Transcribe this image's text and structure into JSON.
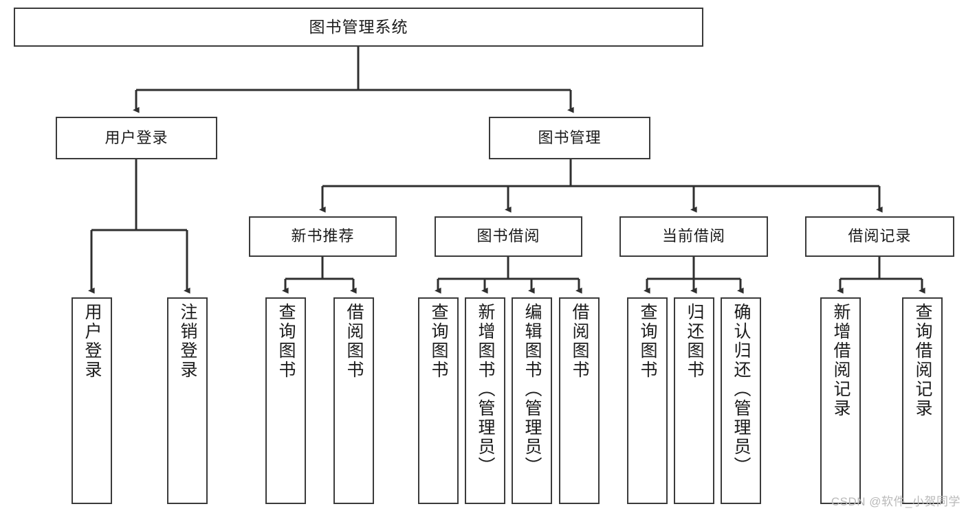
{
  "diagram": {
    "title": "图书管理系统",
    "type": "tree-hierarchy",
    "watermark": "CSDN @软件_小贺同学",
    "colors": {
      "box_border": "#3a3a3a",
      "box_fill": "#ffffff",
      "edge": "#2f2f2f",
      "text": "#1b1b1b",
      "watermark": "#b9b9b9"
    },
    "root": {
      "label": "图书管理系统"
    },
    "level2": [
      {
        "label": "用户登录"
      },
      {
        "label": "图书管理"
      }
    ],
    "level3": [
      {
        "label": "新书推荐"
      },
      {
        "label": "图书借阅"
      },
      {
        "label": "当前借阅"
      },
      {
        "label": "借阅记录"
      }
    ],
    "leaves": {
      "user_login": [
        {
          "label": "用户登录"
        },
        {
          "label": "注销登录"
        }
      ],
      "new_book_recommend": [
        {
          "label": "查询图书"
        },
        {
          "label": "借阅图书"
        }
      ],
      "book_borrow": [
        {
          "label": "查询图书"
        },
        {
          "label": "新增图书（管理员）"
        },
        {
          "label": "编辑图书（管理员）"
        },
        {
          "label": "借阅图书"
        }
      ],
      "current_borrow": [
        {
          "label": "查询图书"
        },
        {
          "label": "归还图书"
        },
        {
          "label": "确认归还（管理员）"
        }
      ],
      "borrow_record": [
        {
          "label": "新增借阅记录"
        },
        {
          "label": "查询借阅记录"
        }
      ]
    }
  }
}
